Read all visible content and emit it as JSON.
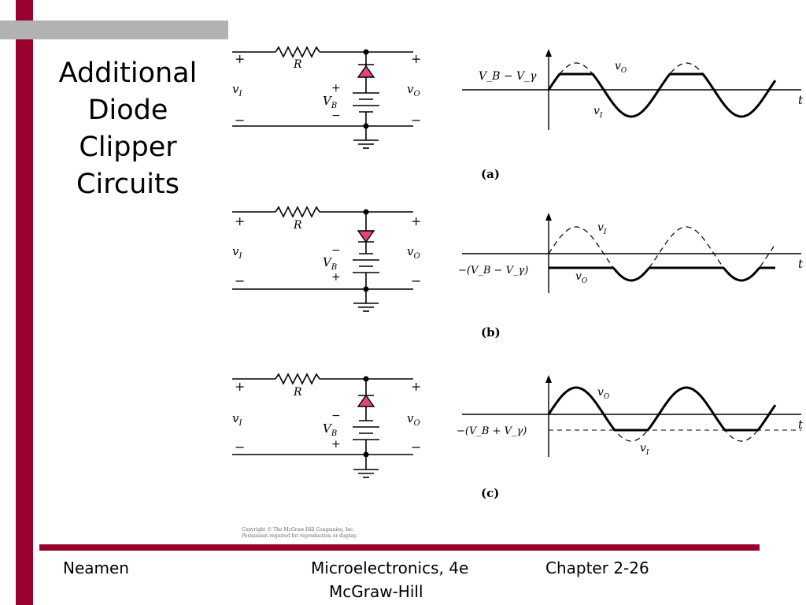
{
  "slide": {
    "title_lines": [
      "Additional",
      "Diode",
      "Clipper",
      "Circuits"
    ]
  },
  "footer": {
    "author": "Neamen",
    "book": "Microelectronics, 4e",
    "chapter": "Chapter 2-26",
    "publisher": "McGraw-Hill"
  },
  "figure": {
    "copyright_line1": "Copyright © The McGraw-Hill Companies, Inc.",
    "copyright_line2": "Permission required for reproduction or display.",
    "circuits": [
      {
        "caption": "(a)",
        "resistor_label": "R",
        "input_label": "v",
        "input_sub": "I",
        "output_label": "v",
        "output_sub": "O",
        "battery_label": "V",
        "battery_sub": "B",
        "battery_top_sign": "+",
        "battery_bottom_sign": "−",
        "terminal_plus": "+",
        "terminal_minus": "−",
        "level_label": "V_B − V_γ",
        "wave_output_label": "v",
        "wave_output_sub": "O",
        "wave_input_label": "v",
        "wave_input_sub": "I",
        "time_label": "t"
      },
      {
        "caption": "(b)",
        "resistor_label": "R",
        "input_label": "v",
        "input_sub": "I",
        "output_label": "v",
        "output_sub": "O",
        "battery_label": "V",
        "battery_sub": "B",
        "battery_top_sign": "−",
        "battery_bottom_sign": "+",
        "terminal_plus": "+",
        "terminal_minus": "−",
        "level_label": "−(V_B − V_γ)",
        "wave_output_label": "v",
        "wave_output_sub": "O",
        "wave_input_label": "v",
        "wave_input_sub": "I",
        "time_label": "t"
      },
      {
        "caption": "(c)",
        "resistor_label": "R",
        "input_label": "v",
        "input_sub": "I",
        "output_label": "v",
        "output_sub": "O",
        "battery_label": "V",
        "battery_sub": "B",
        "battery_top_sign": "−",
        "battery_bottom_sign": "+",
        "terminal_plus": "+",
        "terminal_minus": "−",
        "level_label": "−(V_B + V_γ)",
        "wave_output_label": "v",
        "wave_output_sub": "O",
        "wave_input_label": "v",
        "wave_input_sub": "I",
        "time_label": "t"
      }
    ]
  },
  "colors": {
    "accent_red": "#98002e",
    "header_gray": "#b2b2b2",
    "diode_fill": "#e0457b"
  }
}
